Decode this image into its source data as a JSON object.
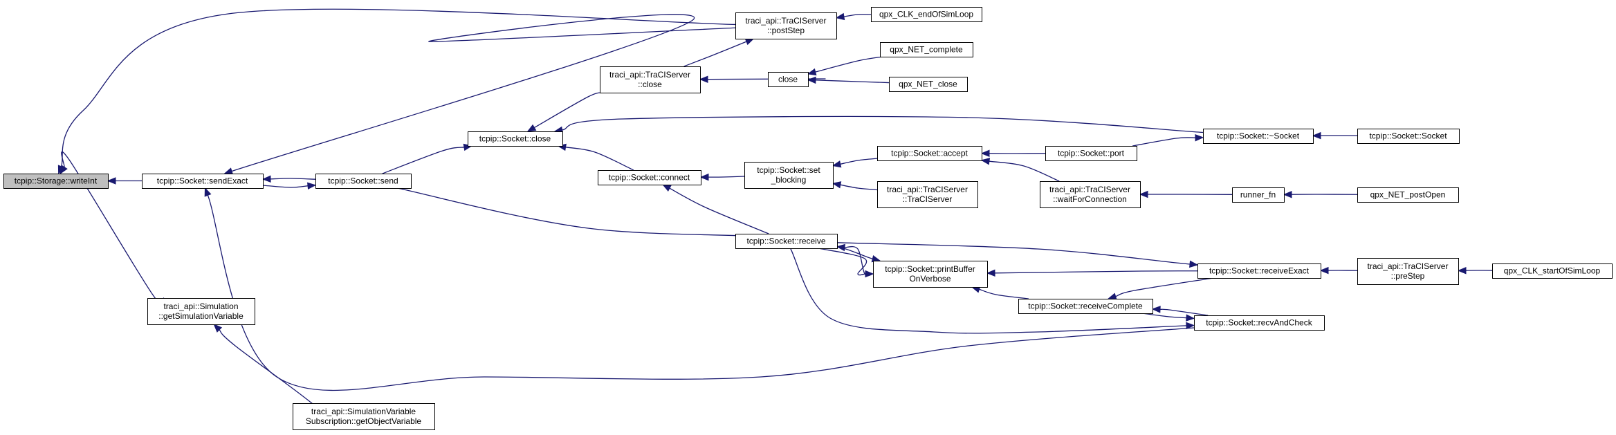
{
  "graph": {
    "direction": "right-to-left caller graph",
    "edge_color": "#191970",
    "root_fill": "#bfbfbf",
    "nodes": [
      {
        "id": "writeInt",
        "lines": [
          "tcpip::Storage::writeInt"
        ],
        "root": true
      },
      {
        "id": "sendExact",
        "lines": [
          "tcpip::Socket::sendExact"
        ]
      },
      {
        "id": "getSimVar",
        "lines": [
          "traci_api::Simulation",
          "::getSimulationVariable"
        ]
      },
      {
        "id": "getObjVar",
        "lines": [
          "traci_api::SimulationVariable",
          "Subscription::getObjectVariable"
        ]
      },
      {
        "id": "send",
        "lines": [
          "tcpip::Socket::send"
        ]
      },
      {
        "id": "sockClose",
        "lines": [
          "tcpip::Socket::close"
        ]
      },
      {
        "id": "serverClose",
        "lines": [
          "traci_api::TraCIServer",
          "::close"
        ]
      },
      {
        "id": "postStep",
        "lines": [
          "traci_api::TraCIServer",
          "::postStep"
        ]
      },
      {
        "id": "endOfSimLoop",
        "lines": [
          "qpx_CLK_endOfSimLoop"
        ]
      },
      {
        "id": "close",
        "lines": [
          "close"
        ]
      },
      {
        "id": "netComplete",
        "lines": [
          "qpx_NET_complete"
        ]
      },
      {
        "id": "netClose",
        "lines": [
          "qpx_NET_close"
        ]
      },
      {
        "id": "dtor",
        "lines": [
          "tcpip::Socket::~Socket"
        ]
      },
      {
        "id": "ctor",
        "lines": [
          "tcpip::Socket::Socket"
        ]
      },
      {
        "id": "connect",
        "lines": [
          "tcpip::Socket::connect"
        ]
      },
      {
        "id": "setBlocking",
        "lines": [
          "tcpip::Socket::set",
          "_blocking"
        ]
      },
      {
        "id": "accept",
        "lines": [
          "tcpip::Socket::accept"
        ]
      },
      {
        "id": "port",
        "lines": [
          "tcpip::Socket::port"
        ]
      },
      {
        "id": "serverCtor",
        "lines": [
          "traci_api::TraCIServer",
          "::TraCIServer"
        ]
      },
      {
        "id": "waitForConn",
        "lines": [
          "traci_api::TraCIServer",
          "::waitForConnection"
        ]
      },
      {
        "id": "runnerFn",
        "lines": [
          "runner_fn"
        ]
      },
      {
        "id": "postOpen",
        "lines": [
          "qpx_NET_postOpen"
        ]
      },
      {
        "id": "receive",
        "lines": [
          "tcpip::Socket::receive"
        ]
      },
      {
        "id": "printBuffer",
        "lines": [
          "tcpip::Socket::printBuffer",
          "OnVerbose"
        ]
      },
      {
        "id": "receiveExact",
        "lines": [
          "tcpip::Socket::receiveExact"
        ]
      },
      {
        "id": "preStep",
        "lines": [
          "traci_api::TraCIServer",
          "::preStep"
        ]
      },
      {
        "id": "startOfSimLoop",
        "lines": [
          "qpx_CLK_startOfSimLoop"
        ]
      },
      {
        "id": "receiveComplete",
        "lines": [
          "tcpip::Socket::receiveComplete"
        ]
      },
      {
        "id": "recvAndCheck",
        "lines": [
          "tcpip::Socket::recvAndCheck"
        ]
      }
    ],
    "edges": [
      {
        "from": "sendExact",
        "to": "writeInt"
      },
      {
        "from": "getSimVar",
        "to": "writeInt"
      },
      {
        "from": "postStep",
        "to": "writeInt"
      },
      {
        "from": "getObjVar",
        "to": "getSimVar"
      },
      {
        "from": "send",
        "to": "sendExact"
      },
      {
        "from": "sendExact",
        "to": "send"
      },
      {
        "from": "postStep",
        "to": "sendExact"
      },
      {
        "from": "recvAndCheck",
        "to": "sendExact"
      },
      {
        "from": "send",
        "to": "sockClose"
      },
      {
        "from": "send",
        "to": "printBuffer"
      },
      {
        "from": "serverClose",
        "to": "sockClose"
      },
      {
        "from": "connect",
        "to": "sockClose"
      },
      {
        "from": "dtor",
        "to": "sockClose"
      },
      {
        "from": "serverClose",
        "to": "postStep"
      },
      {
        "from": "endOfSimLoop",
        "to": "postStep"
      },
      {
        "from": "close",
        "to": "serverClose"
      },
      {
        "from": "netComplete",
        "to": "close"
      },
      {
        "from": "netClose",
        "to": "close"
      },
      {
        "from": "ctor",
        "to": "dtor"
      },
      {
        "from": "port",
        "to": "dtor"
      },
      {
        "from": "setBlocking",
        "to": "connect"
      },
      {
        "from": "receive",
        "to": "connect"
      },
      {
        "from": "accept",
        "to": "setBlocking"
      },
      {
        "from": "serverCtor",
        "to": "setBlocking"
      },
      {
        "from": "port",
        "to": "accept"
      },
      {
        "from": "waitForConn",
        "to": "accept"
      },
      {
        "from": "runnerFn",
        "to": "waitForConn"
      },
      {
        "from": "postOpen",
        "to": "runnerFn"
      },
      {
        "from": "printBuffer",
        "to": "receive"
      },
      {
        "from": "receive",
        "to": "printBuffer"
      },
      {
        "from": "receive",
        "to": "receiveExact"
      },
      {
        "from": "receive",
        "to": "recvAndCheck"
      },
      {
        "from": "receiveExact",
        "to": "printBuffer"
      },
      {
        "from": "receiveComplete",
        "to": "printBuffer"
      },
      {
        "from": "receiveExact",
        "to": "receiveComplete"
      },
      {
        "from": "recvAndCheck",
        "to": "receiveComplete"
      },
      {
        "from": "receiveComplete",
        "to": "recvAndCheck"
      },
      {
        "from": "preStep",
        "to": "receiveExact"
      },
      {
        "from": "startOfSimLoop",
        "to": "preStep"
      }
    ]
  }
}
